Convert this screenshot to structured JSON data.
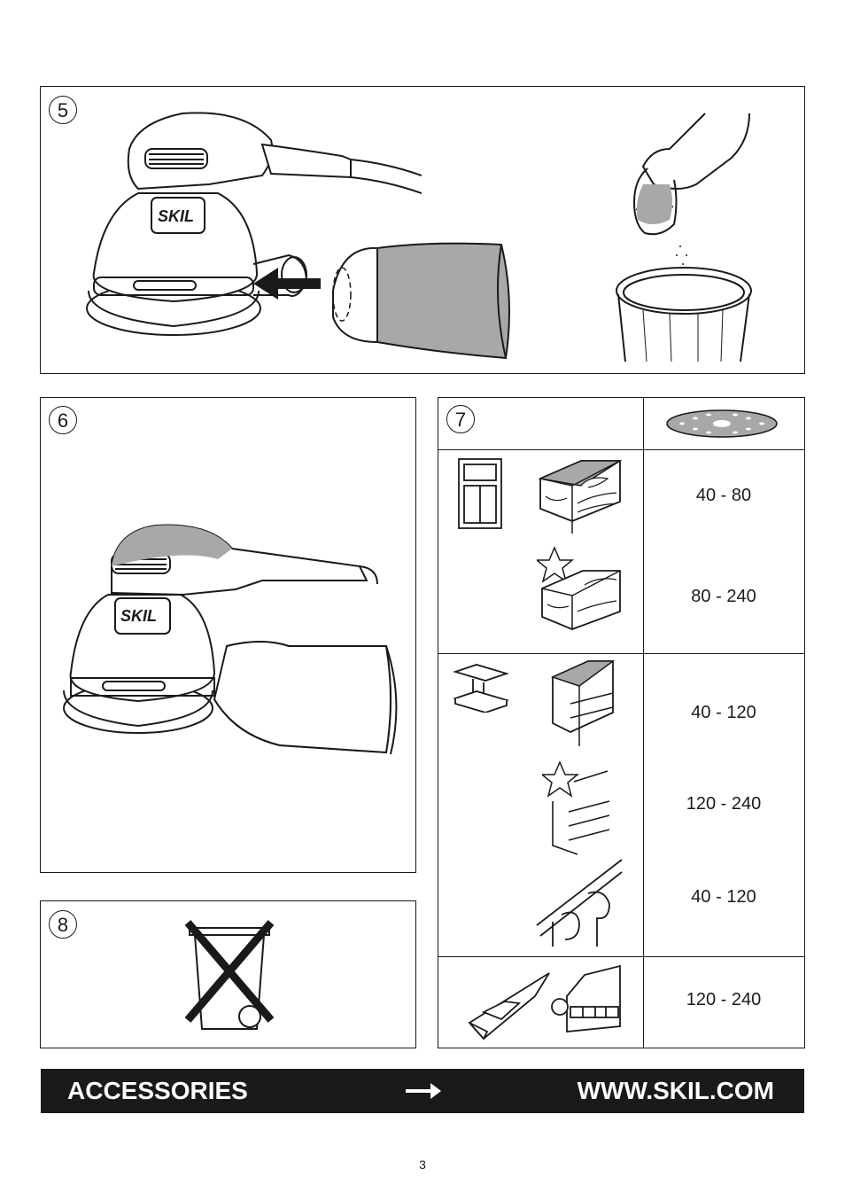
{
  "panels": {
    "p5": {
      "number": "5"
    },
    "p6": {
      "number": "6"
    },
    "p7": {
      "number": "7"
    },
    "p8": {
      "number": "8"
    }
  },
  "brand": {
    "logo": "SKIL"
  },
  "grit_table": {
    "rows": [
      {
        "grit": "40 - 80"
      },
      {
        "grit": "80 - 240"
      },
      {
        "grit": "40 - 120"
      },
      {
        "grit": "120 - 240"
      },
      {
        "grit": "40 - 120"
      },
      {
        "grit": "120 - 240"
      }
    ]
  },
  "banner": {
    "left_label": "ACCESSORIES",
    "right_label": "WWW.SKIL.COM",
    "arrow_icon": "right-arrow-icon"
  },
  "page_number": "3",
  "colors": {
    "ink": "#1a1a1a",
    "shade": "#a8a8a8",
    "banner": "#1a1a1a"
  }
}
